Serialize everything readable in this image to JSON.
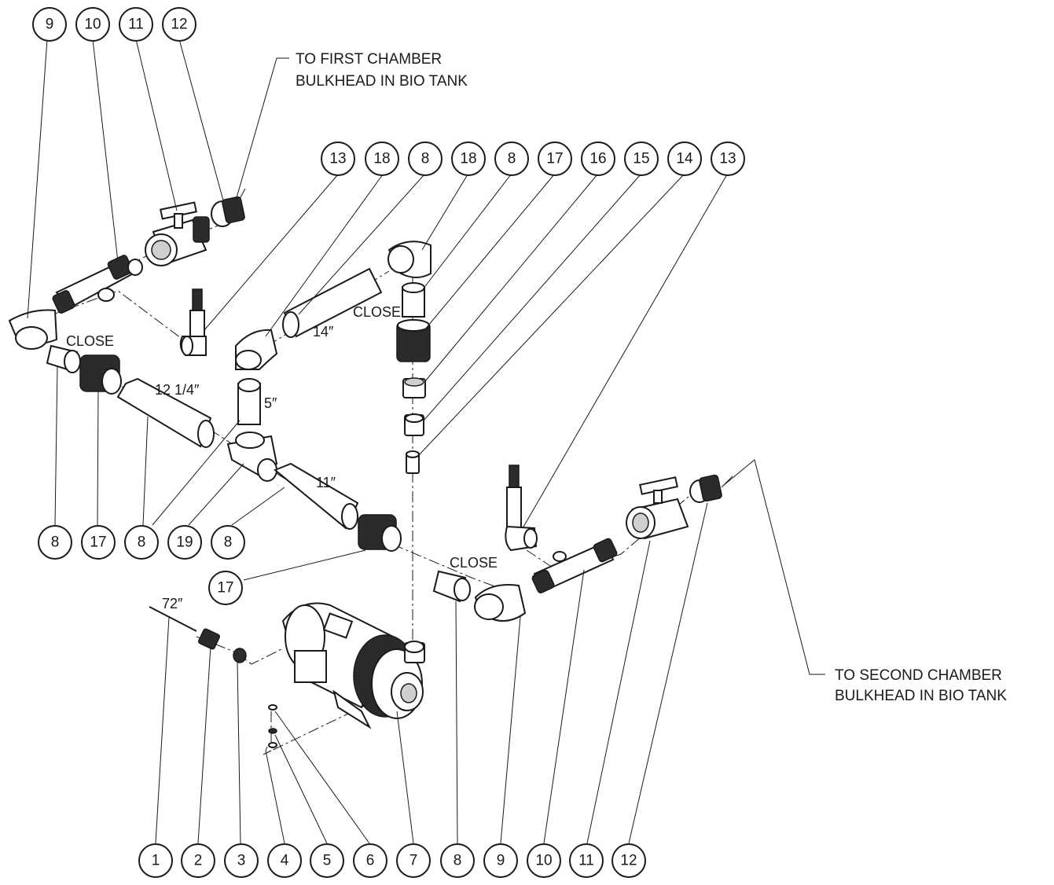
{
  "notes": {
    "first_chamber": [
      "TO FIRST CHAMBER",
      "BULKHEAD IN BIO TANK"
    ],
    "second_chamber": [
      "TO SECOND CHAMBER",
      "BULKHEAD IN BIO TANK"
    ]
  },
  "dimensions": {
    "close_a": "CLOSE",
    "close_b": "CLOSE",
    "close_c": "CLOSE",
    "len_14": "14″",
    "len_12_25": "12 1/4″",
    "len_5": "5″",
    "len_11": "11″",
    "len_72": "72″"
  },
  "balloons": {
    "top_left": [
      "9",
      "10",
      "11",
      "12"
    ],
    "top_right": [
      "13",
      "18",
      "8",
      "18",
      "8",
      "17",
      "16",
      "15",
      "14",
      "13"
    ],
    "middle_left": [
      "8",
      "17",
      "8",
      "19",
      "8"
    ],
    "middle_single": [
      "17"
    ],
    "bottom": [
      "1",
      "2",
      "3",
      "4",
      "5",
      "6",
      "7",
      "8",
      "9",
      "10",
      "11",
      "12"
    ]
  }
}
